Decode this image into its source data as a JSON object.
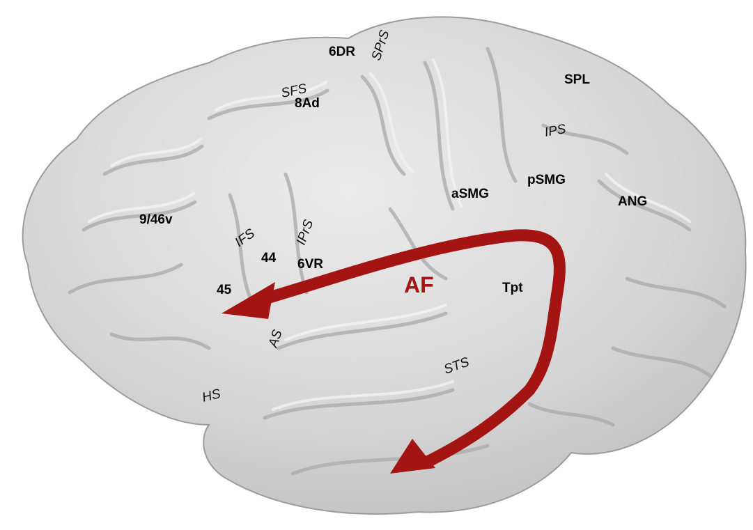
{
  "diagram": {
    "colors": {
      "brain_fill": "#d9d9d9",
      "brain_shade": "#b8b8b8",
      "gyrus_highlight": "#ededed",
      "tract": "#a31412",
      "area_label": "#000000"
    },
    "labels": {
      "area_6dr": "6DR",
      "sulcus_sprs": "SPrS",
      "sulcus_sfs": "SFS",
      "area_8ad": "8Ad",
      "area_spl": "SPL",
      "sulcus_ips": "IPS",
      "area_psmg": "pSMG",
      "area_asmg": "aSMG",
      "area_ang": "ANG",
      "area_946v": "9/46v",
      "sulcus_ifs": "IFS",
      "sulcus_iprs": "IPrS",
      "area_44": "44",
      "area_6vr": "6VR",
      "area_45": "45",
      "tract_af": "AF",
      "area_tpt": "Tpt",
      "sulcus_as": "AS",
      "sulcus_sts": "STS",
      "sulcus_hs": "HS"
    }
  }
}
